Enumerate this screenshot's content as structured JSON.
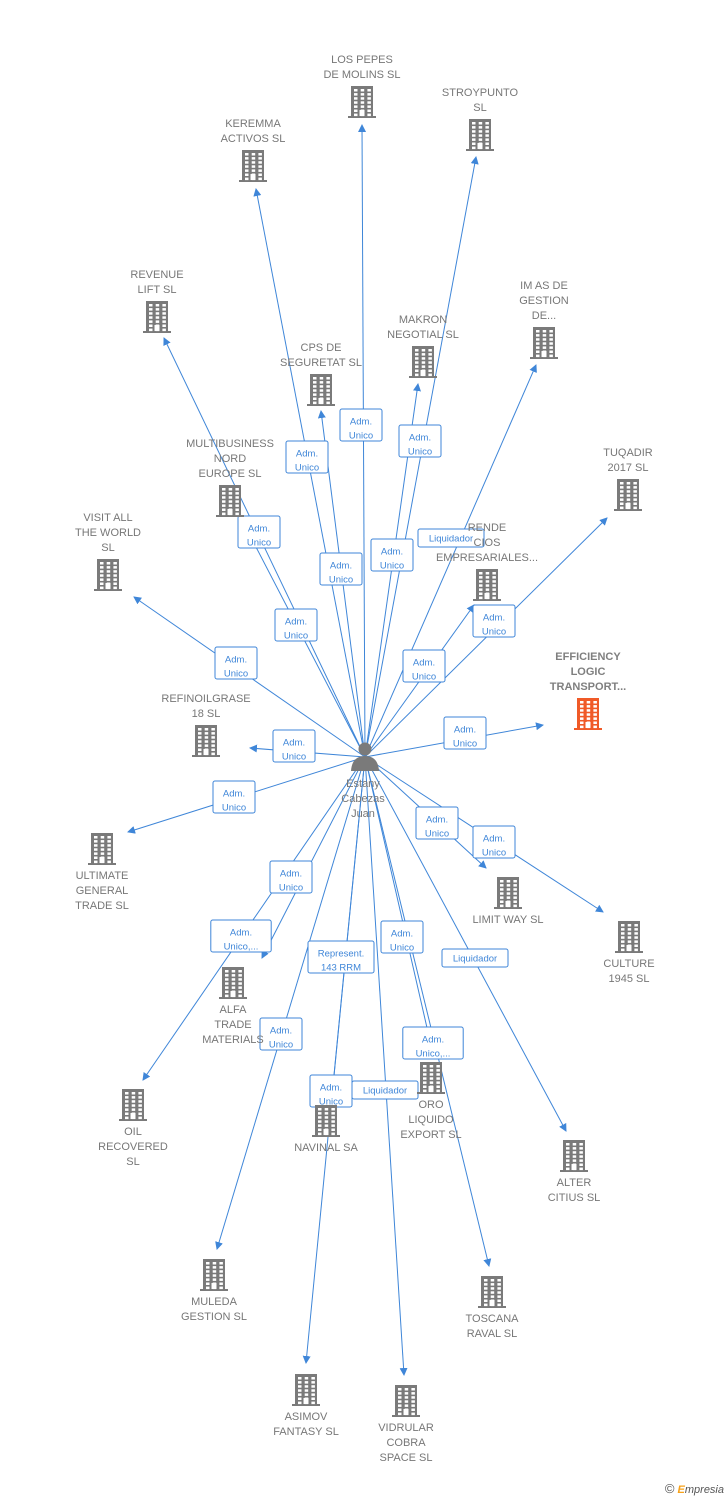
{
  "colors": {
    "edge": "#3f86d8",
    "building": "#7a7a7a",
    "highlight": "#f05a28",
    "label": "#777777"
  },
  "center": {
    "name_lines": [
      "Estany",
      "Cabezas",
      "Juan"
    ],
    "icon": "person-icon"
  },
  "copyright": {
    "symbol": "©",
    "brand_first": "E",
    "brand_rest": "mpresia"
  },
  "nodes": [
    {
      "id": "n_lospepes",
      "lines": [
        "LOS PEPES",
        "DE MOLINS  SL"
      ],
      "label_pos": "above",
      "highlight": false
    },
    {
      "id": "n_stroypunto",
      "lines": [
        "STROYPUNTO",
        "SL"
      ],
      "label_pos": "above",
      "highlight": false
    },
    {
      "id": "n_keremma",
      "lines": [
        "KEREMMA",
        "ACTIVOS  SL"
      ],
      "label_pos": "above",
      "highlight": false
    },
    {
      "id": "n_revenue",
      "lines": [
        "REVENUE",
        "LIFT  SL"
      ],
      "label_pos": "above",
      "highlight": false
    },
    {
      "id": "n_imas",
      "lines": [
        "IM AS DE",
        "GESTION",
        "DE..."
      ],
      "label_pos": "above",
      "highlight": false
    },
    {
      "id": "n_makron",
      "lines": [
        "MAKRON",
        "NEGOTIAL  SL"
      ],
      "label_pos": "above",
      "highlight": false
    },
    {
      "id": "n_cps",
      "lines": [
        "CPS DE",
        "SEGURETAT SL"
      ],
      "label_pos": "above",
      "highlight": false
    },
    {
      "id": "n_tuqadir",
      "lines": [
        "TUQADIR",
        "2017  SL"
      ],
      "label_pos": "above",
      "highlight": false
    },
    {
      "id": "n_multibusiness",
      "lines": [
        "MULTIBUSINESS",
        "NORD",
        "EUROPE  SL"
      ],
      "label_pos": "above",
      "highlight": false
    },
    {
      "id": "n_visitall",
      "lines": [
        "VISIT ALL",
        "THE WORLD",
        "SL"
      ],
      "label_pos": "above",
      "highlight": false
    },
    {
      "id": "n_rende",
      "lines": [
        "RENDE",
        "CIOS",
        "EMPRESARIALES..."
      ],
      "label_pos": "above",
      "highlight": false
    },
    {
      "id": "n_efficiency",
      "lines": [
        "EFFICIENCY",
        "LOGIC",
        "TRANSPORT..."
      ],
      "label_pos": "above",
      "highlight": true
    },
    {
      "id": "n_refinoil",
      "lines": [
        "REFINOILGRASE",
        "18  SL"
      ],
      "label_pos": "above",
      "highlight": false
    },
    {
      "id": "n_ultimate",
      "lines": [
        "ULTIMATE",
        "GENERAL",
        "TRADE  SL"
      ],
      "label_pos": "below",
      "highlight": false
    },
    {
      "id": "n_limitway",
      "lines": [
        "LIMIT WAY  SL"
      ],
      "label_pos": "below",
      "highlight": false
    },
    {
      "id": "n_culture",
      "lines": [
        "CULTURE",
        "1945  SL"
      ],
      "label_pos": "below",
      "highlight": false
    },
    {
      "id": "n_alfa",
      "lines": [
        "ALFA",
        "TRADE",
        "MATERIALS"
      ],
      "label_pos": "below",
      "highlight": false
    },
    {
      "id": "n_oil",
      "lines": [
        "OIL",
        "RECOVERED",
        "SL"
      ],
      "label_pos": "below",
      "highlight": false
    },
    {
      "id": "n_navinal",
      "lines": [
        "NAVINAL SA"
      ],
      "label_pos": "below",
      "highlight": false
    },
    {
      "id": "n_oro",
      "lines": [
        "ORO",
        "LIQUIDO",
        "EXPORT  SL"
      ],
      "label_pos": "below",
      "highlight": false
    },
    {
      "id": "n_alter",
      "lines": [
        "ALTER",
        "CITIUS  SL"
      ],
      "label_pos": "below",
      "highlight": false
    },
    {
      "id": "n_muleda",
      "lines": [
        "MULEDA",
        "GESTION  SL"
      ],
      "label_pos": "below",
      "highlight": false
    },
    {
      "id": "n_toscana",
      "lines": [
        "TOSCANA",
        "RAVAL  SL"
      ],
      "label_pos": "below",
      "highlight": false
    },
    {
      "id": "n_asimov",
      "lines": [
        "ASIMOV",
        "FANTASY  SL"
      ],
      "label_pos": "below",
      "highlight": false
    },
    {
      "id": "n_vidrular",
      "lines": [
        "VIDRULAR",
        "COBRA",
        "SPACE SL"
      ],
      "label_pos": "below",
      "highlight": false
    }
  ],
  "edges": [
    {
      "to": "n_lospepes",
      "label": [
        "Adm.",
        "Unico"
      ]
    },
    {
      "to": "n_stroypunto",
      "label": [
        "Adm.",
        "Unico"
      ]
    },
    {
      "to": "n_keremma",
      "label": [
        "Adm.",
        "Unico"
      ]
    },
    {
      "to": "n_revenue",
      "label": [
        "Adm.",
        "Unico"
      ]
    },
    {
      "to": "n_imas",
      "label": [
        "Liquidador"
      ]
    },
    {
      "to": "n_makron",
      "label": [
        "Adm.",
        "Unico"
      ]
    },
    {
      "to": "n_cps",
      "label": [
        "Adm.",
        "Unico"
      ]
    },
    {
      "to": "n_tuqadir",
      "label": [
        "Adm.",
        "Unico"
      ]
    },
    {
      "to": "n_multibusiness",
      "label": [
        "Adm.",
        "Unico"
      ]
    },
    {
      "to": "n_visitall",
      "label": [
        "Adm.",
        "Unico"
      ]
    },
    {
      "to": "n_rende",
      "label": [
        "Adm.",
        "Unico"
      ]
    },
    {
      "to": "n_efficiency",
      "label": [
        "Adm.",
        "Unico"
      ]
    },
    {
      "to": "n_refinoil",
      "label": [
        "Adm.",
        "Unico"
      ]
    },
    {
      "to": "n_ultimate",
      "label": [
        "Adm.",
        "Unico"
      ]
    },
    {
      "to": "n_limitway",
      "label": [
        "Adm.",
        "Unico"
      ]
    },
    {
      "to": "n_culture",
      "label": [
        "Adm.",
        "Unico"
      ]
    },
    {
      "to": "n_alfa",
      "label": [
        "Adm.",
        "Unico"
      ]
    },
    {
      "to": "n_oil",
      "label": [
        "Adm.",
        "Unico,..."
      ]
    },
    {
      "to": "n_navinal",
      "label": [
        "Represent.",
        "143 RRM"
      ]
    },
    {
      "to": "n_oro",
      "label": [
        "Adm.",
        "Unico"
      ]
    },
    {
      "to": "n_alter",
      "label": [
        "Liquidador"
      ]
    },
    {
      "to": "n_muleda",
      "label": [
        "Adm.",
        "Unico"
      ]
    },
    {
      "to": "n_toscana",
      "label": [
        "Adm.",
        "Unico,..."
      ]
    },
    {
      "to": "n_asimov",
      "label": [
        "Adm.",
        "Unico"
      ]
    },
    {
      "to": "n_vidrular",
      "label": [
        "Liquidador"
      ]
    }
  ]
}
